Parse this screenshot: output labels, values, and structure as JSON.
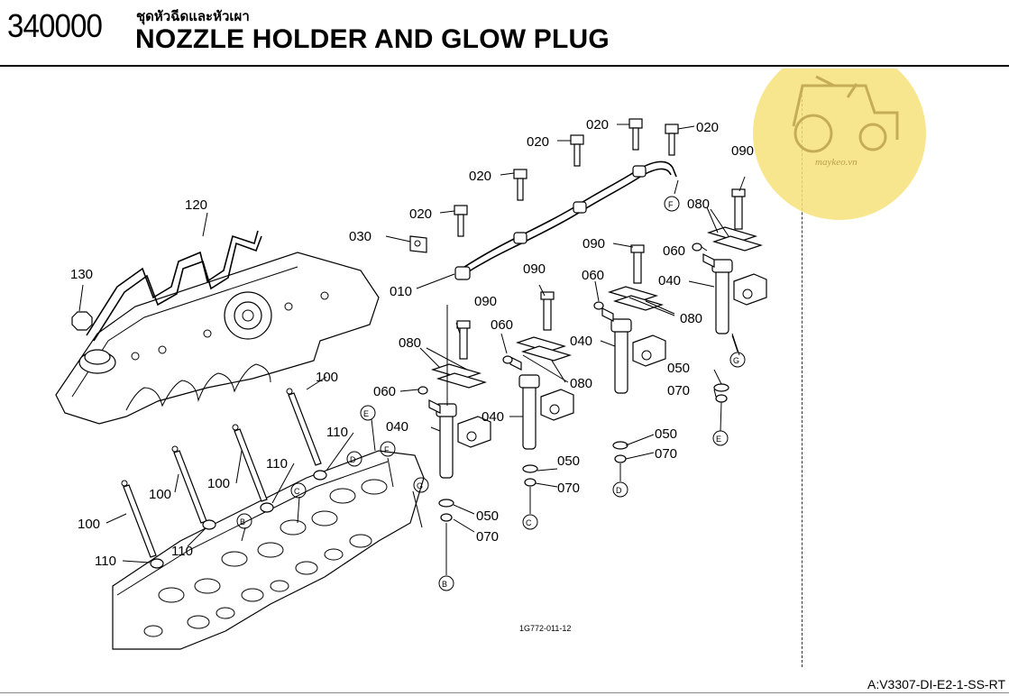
{
  "header": {
    "section_code": "340000",
    "title_thai": "ชุดหัวฉีดและหัวเผา",
    "title_en": "NOZZLE HOLDER AND GLOW PLUG"
  },
  "footer": {
    "model_code": "A:V3307-DI-E2-1-SS-RT"
  },
  "diagram": {
    "drawing_number": "1G772-011-12",
    "watermark_text": "maykeo.vn",
    "colors": {
      "watermark": "#f7e27a",
      "line": "#000000"
    },
    "part_labels": {
      "p010": "010",
      "p020": "020",
      "p030": "030",
      "p040": "040",
      "p050": "050",
      "p060": "060",
      "p070": "070",
      "p080": "080",
      "p090": "090",
      "p100": "100",
      "p110": "110",
      "p120": "120",
      "p130": "130"
    },
    "ref_letters": {
      "B": "B",
      "C": "C",
      "D": "D",
      "E": "E",
      "F": "F",
      "G": "G"
    }
  }
}
